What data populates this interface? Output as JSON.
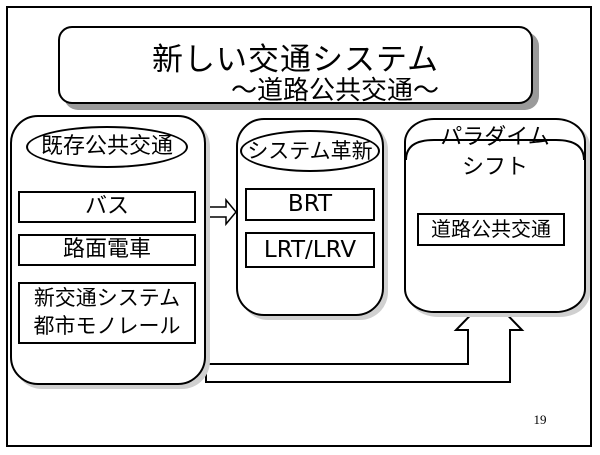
{
  "title": {
    "main": "新しい交通システム",
    "sub": "〜道路公共交通〜"
  },
  "columns": [
    {
      "heading": "既存公共交通",
      "items": [
        "バス",
        "路面電車",
        "新交通システム",
        "都市モノレール"
      ]
    },
    {
      "heading": "システム革新",
      "items": [
        "BRT",
        "LRT/LRV"
      ]
    },
    {
      "heading_lines": [
        "パラダイム",
        "シフト"
      ],
      "items": [
        "道路公共交通"
      ]
    }
  ],
  "page_number": "19"
}
